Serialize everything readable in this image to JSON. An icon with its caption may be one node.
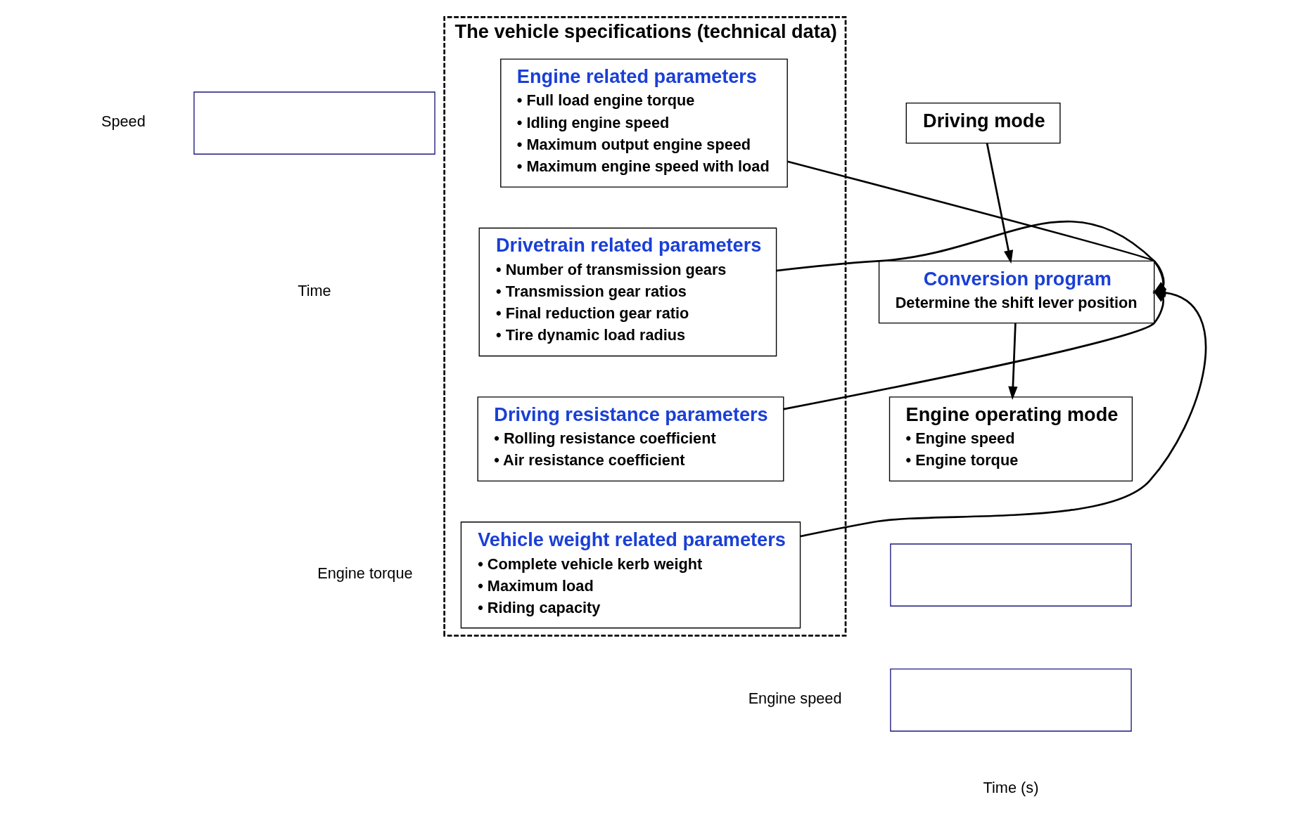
{
  "diagram": {
    "nodes": [
      {
        "text": [
          "Driving mode"
        ]
      },
      {
        "text": [
          "Conversion program",
          "Determine the shift lever position"
        ]
      },
      {
        "text": [
          "Engine operating mode",
          "• Engine speed",
          "• Engine torque"
        ]
      },
      {
        "text": [
          "The vehicle specifications (technical data)"
        ]
      },
      {
        "text": [
          "Engine related parameters",
          "• Full load engine torque",
          "• Idling engine speed",
          "• Maximum output engine speed",
          "• Maximum engine speed with load"
        ],
        "in": 3
      },
      {
        "text": [
          "Drivetrain related parameters",
          "• Number of transmission gears",
          "• Transmission gear ratios",
          "• Final reduction gear ratio",
          "• Tire dynamic load radius"
        ],
        "in": 3
      },
      {
        "text": [
          "Driving resistance parameters",
          "• Rolling resistance coefficient",
          "• Air resistance coefficient"
        ],
        "in": 3
      },
      {
        "text": [
          "Vehicle weight related parameters",
          "• Complete vehicle kerb weight",
          "• Maximum load",
          "• Riding capacity"
        ],
        "in": 3
      },
      {
        "text": [],
        "shape": "box"
      },
      {
        "text": [],
        "shape": "box"
      },
      {
        "text": [],
        "shape": "box"
      }
    ],
    "edges": [
      {
        "from": 0,
        "to": 1,
        "arrow": "to"
      },
      {
        "from": 1,
        "to": 2,
        "arrow": "to"
      },
      {
        "from": 4,
        "to": 1,
        "arrow": "to"
      },
      {
        "from": 5,
        "to": 1,
        "arrow": "to"
      },
      {
        "from": 6,
        "to": 1,
        "arrow": "to"
      },
      {
        "from": 7,
        "to": 1,
        "arrow": "to"
      }
    ],
    "labels": [
      "Speed",
      "Time",
      "Engine torque",
      "Engine speed",
      "Time (s)"
    ]
  }
}
